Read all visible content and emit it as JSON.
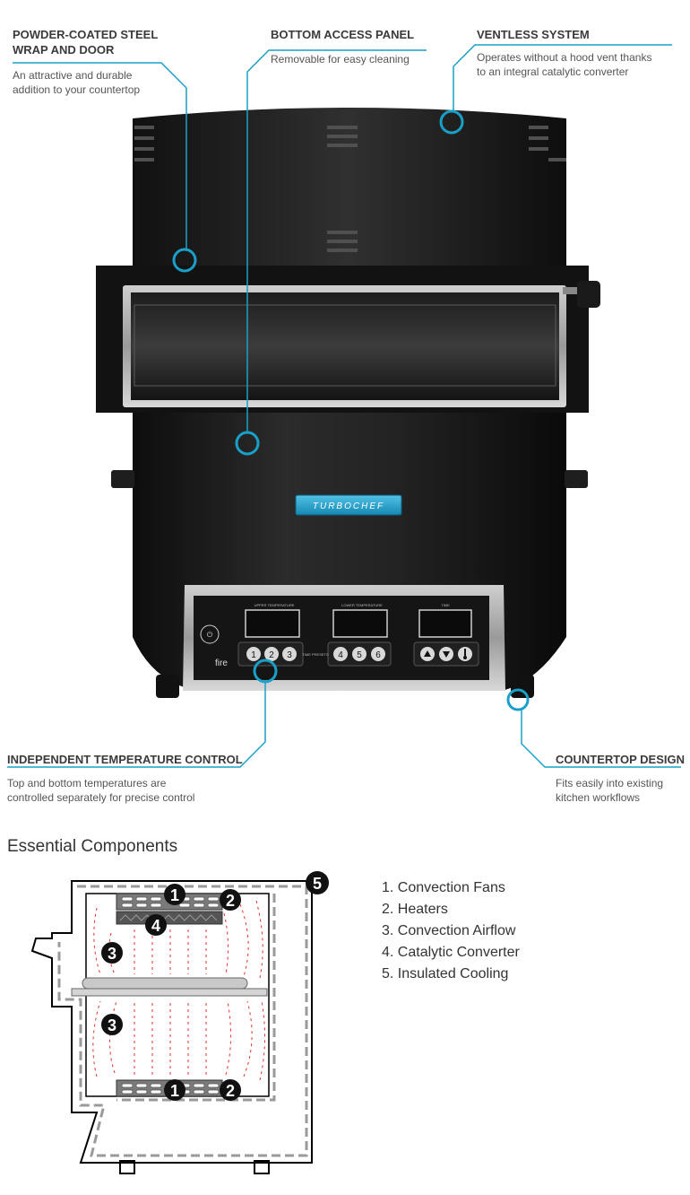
{
  "callouts": {
    "powder_coated": {
      "title_line1": "POWDER-COATED STEEL",
      "title_line2": "WRAP AND DOOR",
      "desc_line1": "An attractive and durable",
      "desc_line2": "addition to your countertop"
    },
    "bottom_access": {
      "title": "BOTTOM ACCESS PANEL",
      "desc": "Removable for easy cleaning"
    },
    "ventless": {
      "title": "VENTLESS SYSTEM",
      "desc_line1": "Operates without a hood vent thanks",
      "desc_line2": "to an integral catalytic converter"
    },
    "temperature": {
      "title": "INDEPENDENT TEMPERATURE CONTROL",
      "desc_line1": "Top and bottom temperatures are",
      "desc_line2": "controlled separately for precise control"
    },
    "countertop": {
      "title": "COUNTERTOP DESIGN",
      "desc_line1": "Fits easily into existing",
      "desc_line2": "kitchen workflows"
    }
  },
  "oven": {
    "brand": "TURBOCHEF",
    "panel_labels": {
      "upper": "UPPER TEMPERATURE",
      "lower": "LOWER TEMPERATURE",
      "time": "TIME",
      "presets": "TIME PRESETS",
      "fire": "fire"
    },
    "preset_buttons": [
      "1",
      "2",
      "3",
      "4",
      "5",
      "6"
    ],
    "accent_color": "#1aa0c8"
  },
  "components": {
    "heading": "Essential Components",
    "items": [
      "1. Convection Fans",
      "2. Heaters",
      "3. Convection Airflow",
      "4. Catalytic Converter",
      "5. Insulated Cooling"
    ],
    "markers": [
      "1",
      "2",
      "3",
      "4",
      "5"
    ]
  }
}
